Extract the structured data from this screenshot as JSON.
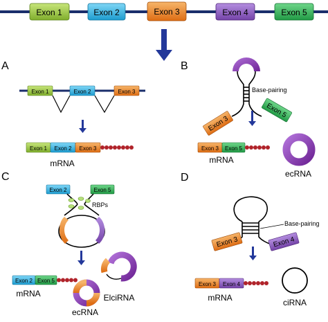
{
  "colors": {
    "backbone": "#1a2e6b",
    "exon1": "#9ccc44",
    "exon2": "#35b6ea",
    "exon3": "#f08a2c",
    "exon4": "#8d5fbf",
    "exon5": "#35b35a",
    "polyA": "#b0232a",
    "arrow": "#23389a",
    "ring": "#8b3fb0"
  },
  "top": {
    "exons": [
      "Exon 1",
      "Exon 2",
      "Exon 3",
      "Exon 4",
      "Exon 5"
    ]
  },
  "panelA": {
    "letter": "A",
    "exons": [
      "Exon 1",
      "Exon 2",
      "Exon 3"
    ],
    "mrna_exons": [
      "Exon 1",
      "Exon 2",
      "Exon 3"
    ],
    "product_label": "mRNA"
  },
  "panelB": {
    "letter": "B",
    "base_pairing": "Base-pairing",
    "exon_left": "Exon 3",
    "exon_right": "Exon 5",
    "mrna_exons": [
      "Exon 3",
      "Exon 5"
    ],
    "mrna_label": "mRNA",
    "circ_label": "ecRNA"
  },
  "panelC": {
    "letter": "C",
    "exon_left": "Exon 2",
    "exon_right": "Exon 5",
    "rbp_label": "RBPs",
    "mrna_exons": [
      "Exon 2",
      "Exon 5"
    ],
    "mrna_label": "mRNA",
    "ecrna_label": "ecRNA",
    "elci_label": "ElciRNA"
  },
  "panelD": {
    "letter": "D",
    "base_pairing": "Base-pairing",
    "exon_left": "Exon 3",
    "exon_right": "Exon 4",
    "mrna_exons": [
      "Exon 3",
      "Exon 4"
    ],
    "mrna_label": "mRNA",
    "circ_label": "ciRNA"
  }
}
